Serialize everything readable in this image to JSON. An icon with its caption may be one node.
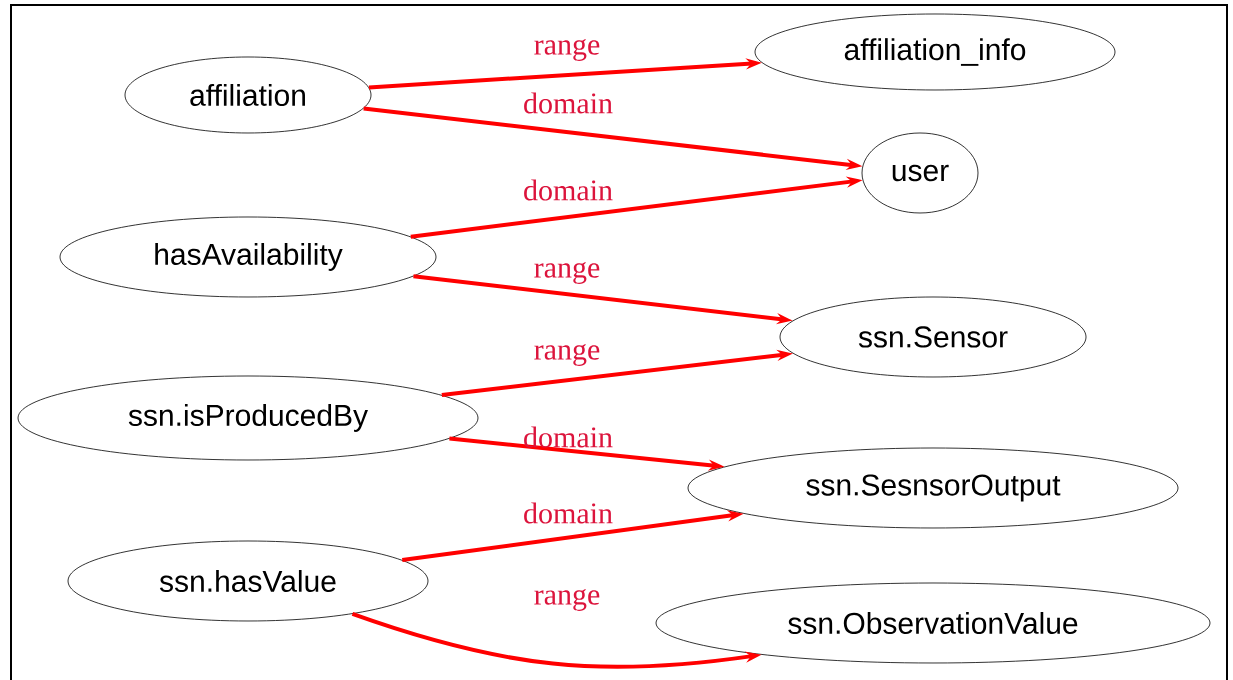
{
  "diagram": {
    "nodes": [
      {
        "text": [
          "affiliation"
        ]
      },
      {
        "text": [
          "affiliation_info"
        ]
      },
      {
        "text": [
          "user"
        ]
      },
      {
        "text": [
          "hasAvailability"
        ]
      },
      {
        "text": [
          "ssn.Sensor"
        ]
      },
      {
        "text": [
          "ssn.isProducedBy"
        ]
      },
      {
        "text": [
          "ssn.SesnsorOutput"
        ]
      },
      {
        "text": [
          "ssn.hasValue"
        ]
      },
      {
        "text": [
          "ssn.ObservationValue"
        ]
      }
    ],
    "edges": [
      {
        "from": 0,
        "to": 1,
        "arrow": "to",
        "label": "range"
      },
      {
        "from": 0,
        "to": 2,
        "arrow": "to",
        "label": "domain"
      },
      {
        "from": 3,
        "to": 2,
        "arrow": "to",
        "label": "domain"
      },
      {
        "from": 3,
        "to": 4,
        "arrow": "to",
        "label": "range"
      },
      {
        "from": 5,
        "to": 4,
        "arrow": "to",
        "label": "range"
      },
      {
        "from": 5,
        "to": 6,
        "arrow": "to",
        "label": "domain"
      },
      {
        "from": 7,
        "to": 6,
        "arrow": "to",
        "label": "domain"
      },
      {
        "from": 7,
        "to": 8,
        "arrow": "to",
        "label": "range"
      }
    ]
  }
}
